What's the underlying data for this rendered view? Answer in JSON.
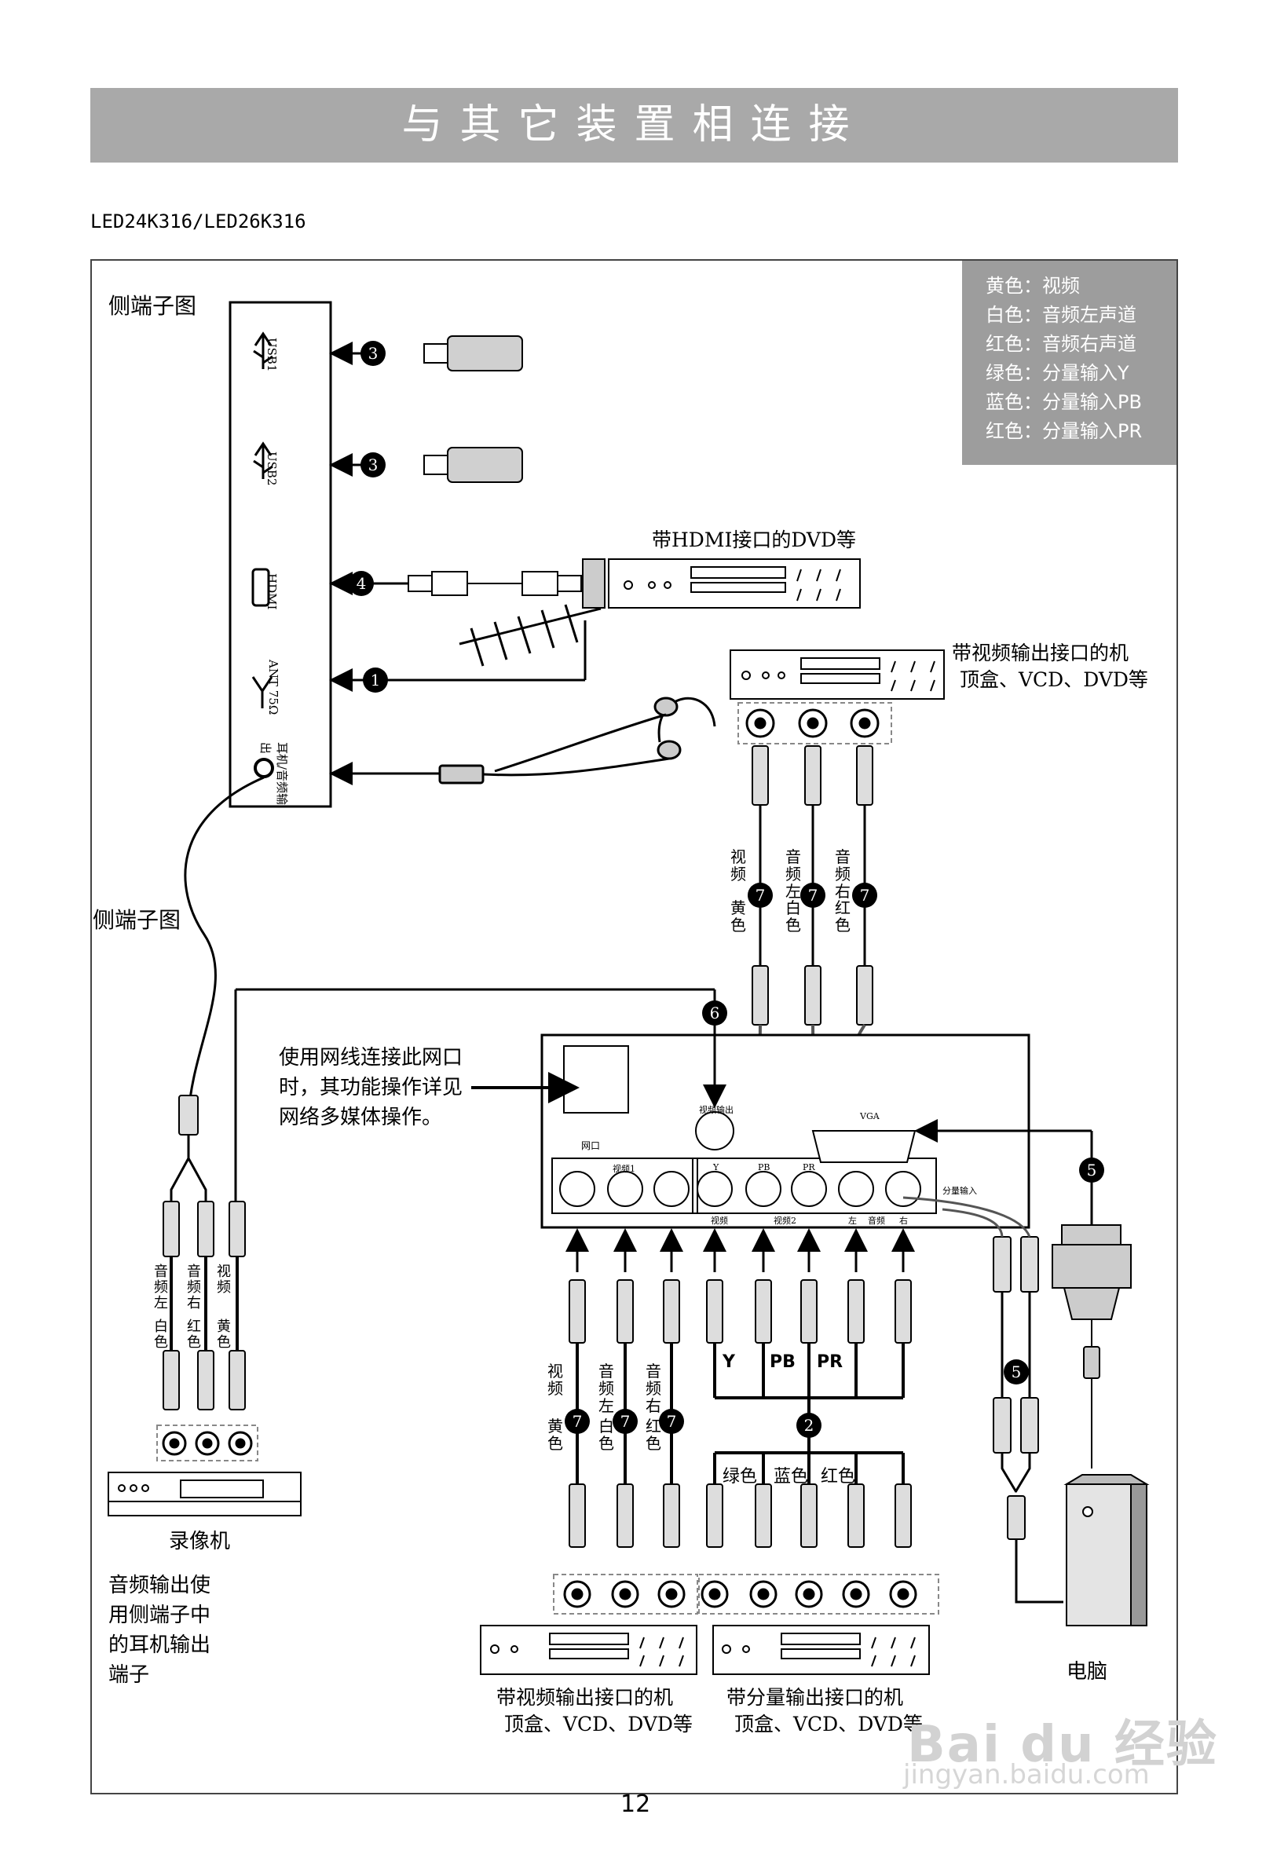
{
  "header": {
    "title": "与其它装置相连接",
    "model": "LED24K316/LED26K316"
  },
  "legend": [
    "黄色：视频",
    "白色：音频左声道",
    "红色：音频右声道",
    "绿色：分量输入Y",
    "蓝色：分量输入PB",
    "红色：分量输入PR"
  ],
  "side_panel": {
    "title": "侧端子图",
    "ports": {
      "usb1": "USB1",
      "usb2": "USB2",
      "hdmi": "HDMI",
      "ant": "ANT 75Ω",
      "earphone": "耳机/音频输出"
    }
  },
  "side_panel2_title": "侧端子图",
  "devices": {
    "hdmi_dvd": "带HDMI接口的DVD等",
    "video_out_top_line1": "带视频输出接口的机",
    "video_out_top_line2": "顶盒、VCD、DVD等",
    "vcr": "录像机",
    "video_out_bottom_line1": "带视频输出接口的机",
    "video_out_bottom_line2": "顶盒、VCD、DVD等",
    "component_line1": "带分量输出接口的机",
    "component_line2": "顶盒、VCD、DVD等",
    "pc": "电脑"
  },
  "notes": {
    "network": [
      "使用网线连接此网口",
      "时，其功能操作详见",
      "网络多媒体操作。"
    ],
    "audio_out": [
      "音频输出使",
      "用侧端子中",
      "的耳机输出",
      "端子"
    ]
  },
  "rear_panel": {
    "network_port": "网口",
    "video_out": "视频输出",
    "video1": "视频1",
    "video2": "视频2",
    "vga": "VGA",
    "component_in": "分量输入",
    "video": "视频",
    "left": "左",
    "audio": "音频",
    "right": "右",
    "y": "Y",
    "pb": "PB",
    "pr": "PR"
  },
  "cable_labels": {
    "video": "视频",
    "yellow": "黄色",
    "audio_left": "音频左",
    "white": "白色",
    "audio_right": "音频右",
    "red": "红色",
    "green": "绿色",
    "blue": "蓝色",
    "y": "Y",
    "pb": "PB",
    "pr": "PR"
  },
  "badges": [
    "1",
    "2",
    "3",
    "4",
    "5",
    "6",
    "7"
  ],
  "page_number": "12",
  "watermark": {
    "brand": "Bai du 经验",
    "url": "jingyan.baidu.com"
  }
}
